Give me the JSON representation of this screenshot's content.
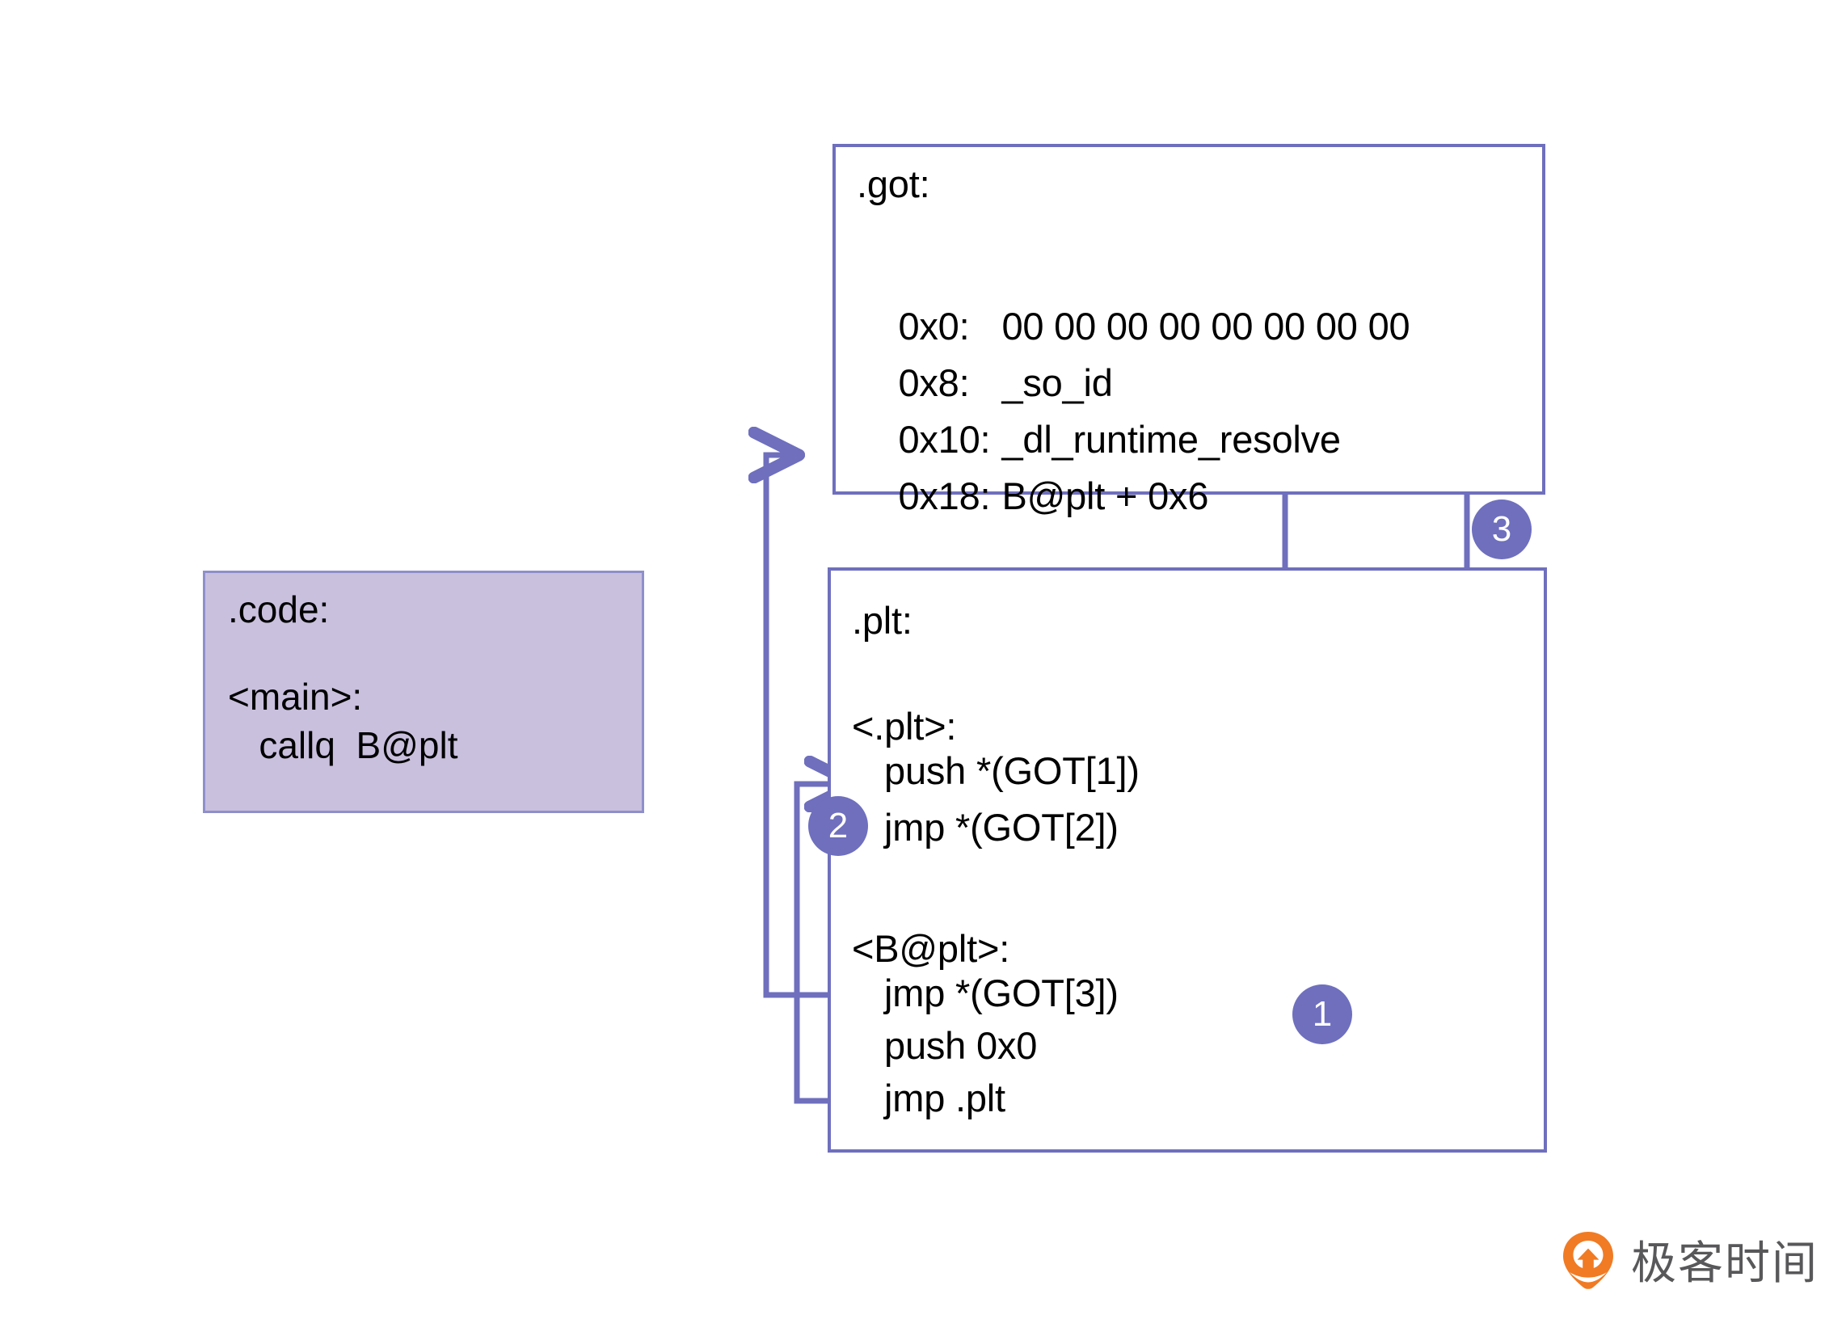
{
  "colors": {
    "wire": "#6f6fbe",
    "panel_border": "#6f6fbe",
    "code_fill": "#c9c0de",
    "code_border": "#8f8fcb",
    "badge_fill": "#6f6fbe",
    "badge_text": "#ffffff",
    "text": "#000000",
    "logo_orange": "#f07b24",
    "logo_gray": "#58585a"
  },
  "code_panel": {
    "title": ".code:",
    "blank": "",
    "label": "<main>:",
    "instruction": "   callq  B@plt"
  },
  "got_panel": {
    "title": ".got:",
    "rows": [
      {
        "addr": "0x0:",
        "value": "00 00 00 00 00 00 00 00"
      },
      {
        "addr": "0x8:",
        "value": "_so_id"
      },
      {
        "addr": "0x10:",
        "value": "_dl_runtime_resolve"
      },
      {
        "addr": "0x18:",
        "value": "B@plt + 0x6"
      }
    ]
  },
  "plt_panel": {
    "title": ".plt:",
    "plt0_label": "<.plt>:",
    "plt0_lines": [
      "push *(GOT[1])",
      "jmp *(GOT[2])"
    ],
    "bplt_label": "<B@plt>:",
    "bplt_lines": [
      "jmp *(GOT[3])",
      "push 0x0",
      "jmp .plt"
    ]
  },
  "badges": [
    {
      "id": "1",
      "label": "1"
    },
    {
      "id": "2",
      "label": "2"
    },
    {
      "id": "3",
      "label": "3"
    }
  ],
  "logo": {
    "mark": "geektime-pin-icon",
    "text": "极客时间"
  },
  "flow_arrows": [
    {
      "name": "bplt-jmp-got3-to-got-0x18",
      "badge": null
    },
    {
      "name": "got-0x18-to-push-0x0",
      "badge": "1"
    },
    {
      "name": "jmp-plt-to-plt0-push",
      "badge": "2"
    },
    {
      "name": "jmp-got2-to-dl-runtime-resolve",
      "badge": "3"
    }
  ]
}
